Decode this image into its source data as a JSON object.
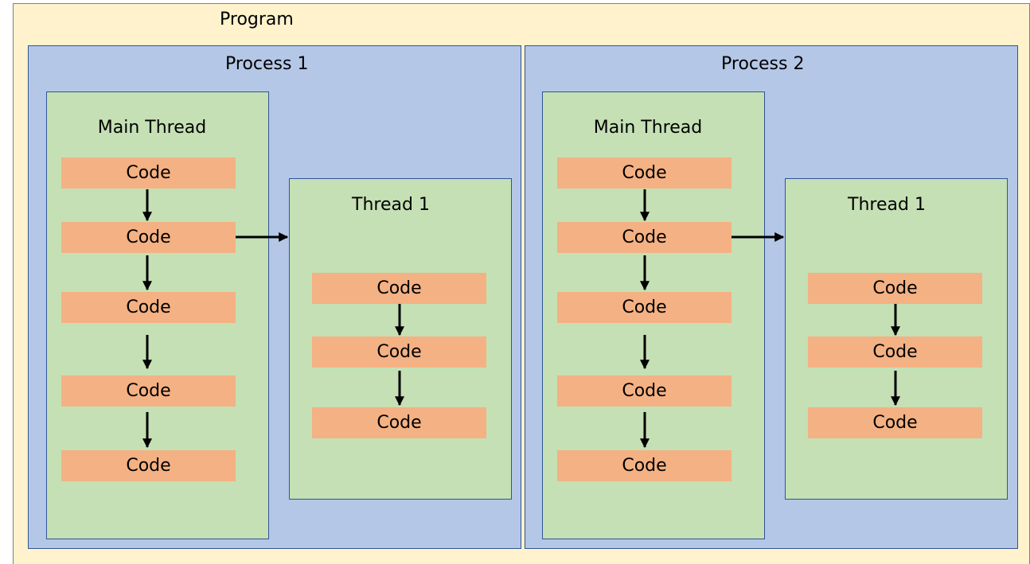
{
  "program": {
    "label": "Program"
  },
  "processes": [
    {
      "label": "Process 1",
      "main_thread": {
        "label": "Main Thread",
        "code_blocks": [
          "Code",
          "Code",
          "Code",
          "Code",
          "Code"
        ]
      },
      "thread": {
        "label": "Thread 1",
        "code_blocks": [
          "Code",
          "Code",
          "Code"
        ]
      }
    },
    {
      "label": "Process 2",
      "main_thread": {
        "label": "Main Thread",
        "code_blocks": [
          "Code",
          "Code",
          "Code",
          "Code",
          "Code"
        ]
      },
      "thread": {
        "label": "Thread 1",
        "code_blocks": [
          "Code",
          "Code",
          "Code"
        ]
      }
    }
  ],
  "colors": {
    "program_fill": "#fff2cc",
    "process_fill": "#b4c7e7",
    "thread_fill": "#c5e0b4",
    "code_fill": "#f4b183",
    "border": "#2f5597",
    "arrow": "#000000"
  }
}
